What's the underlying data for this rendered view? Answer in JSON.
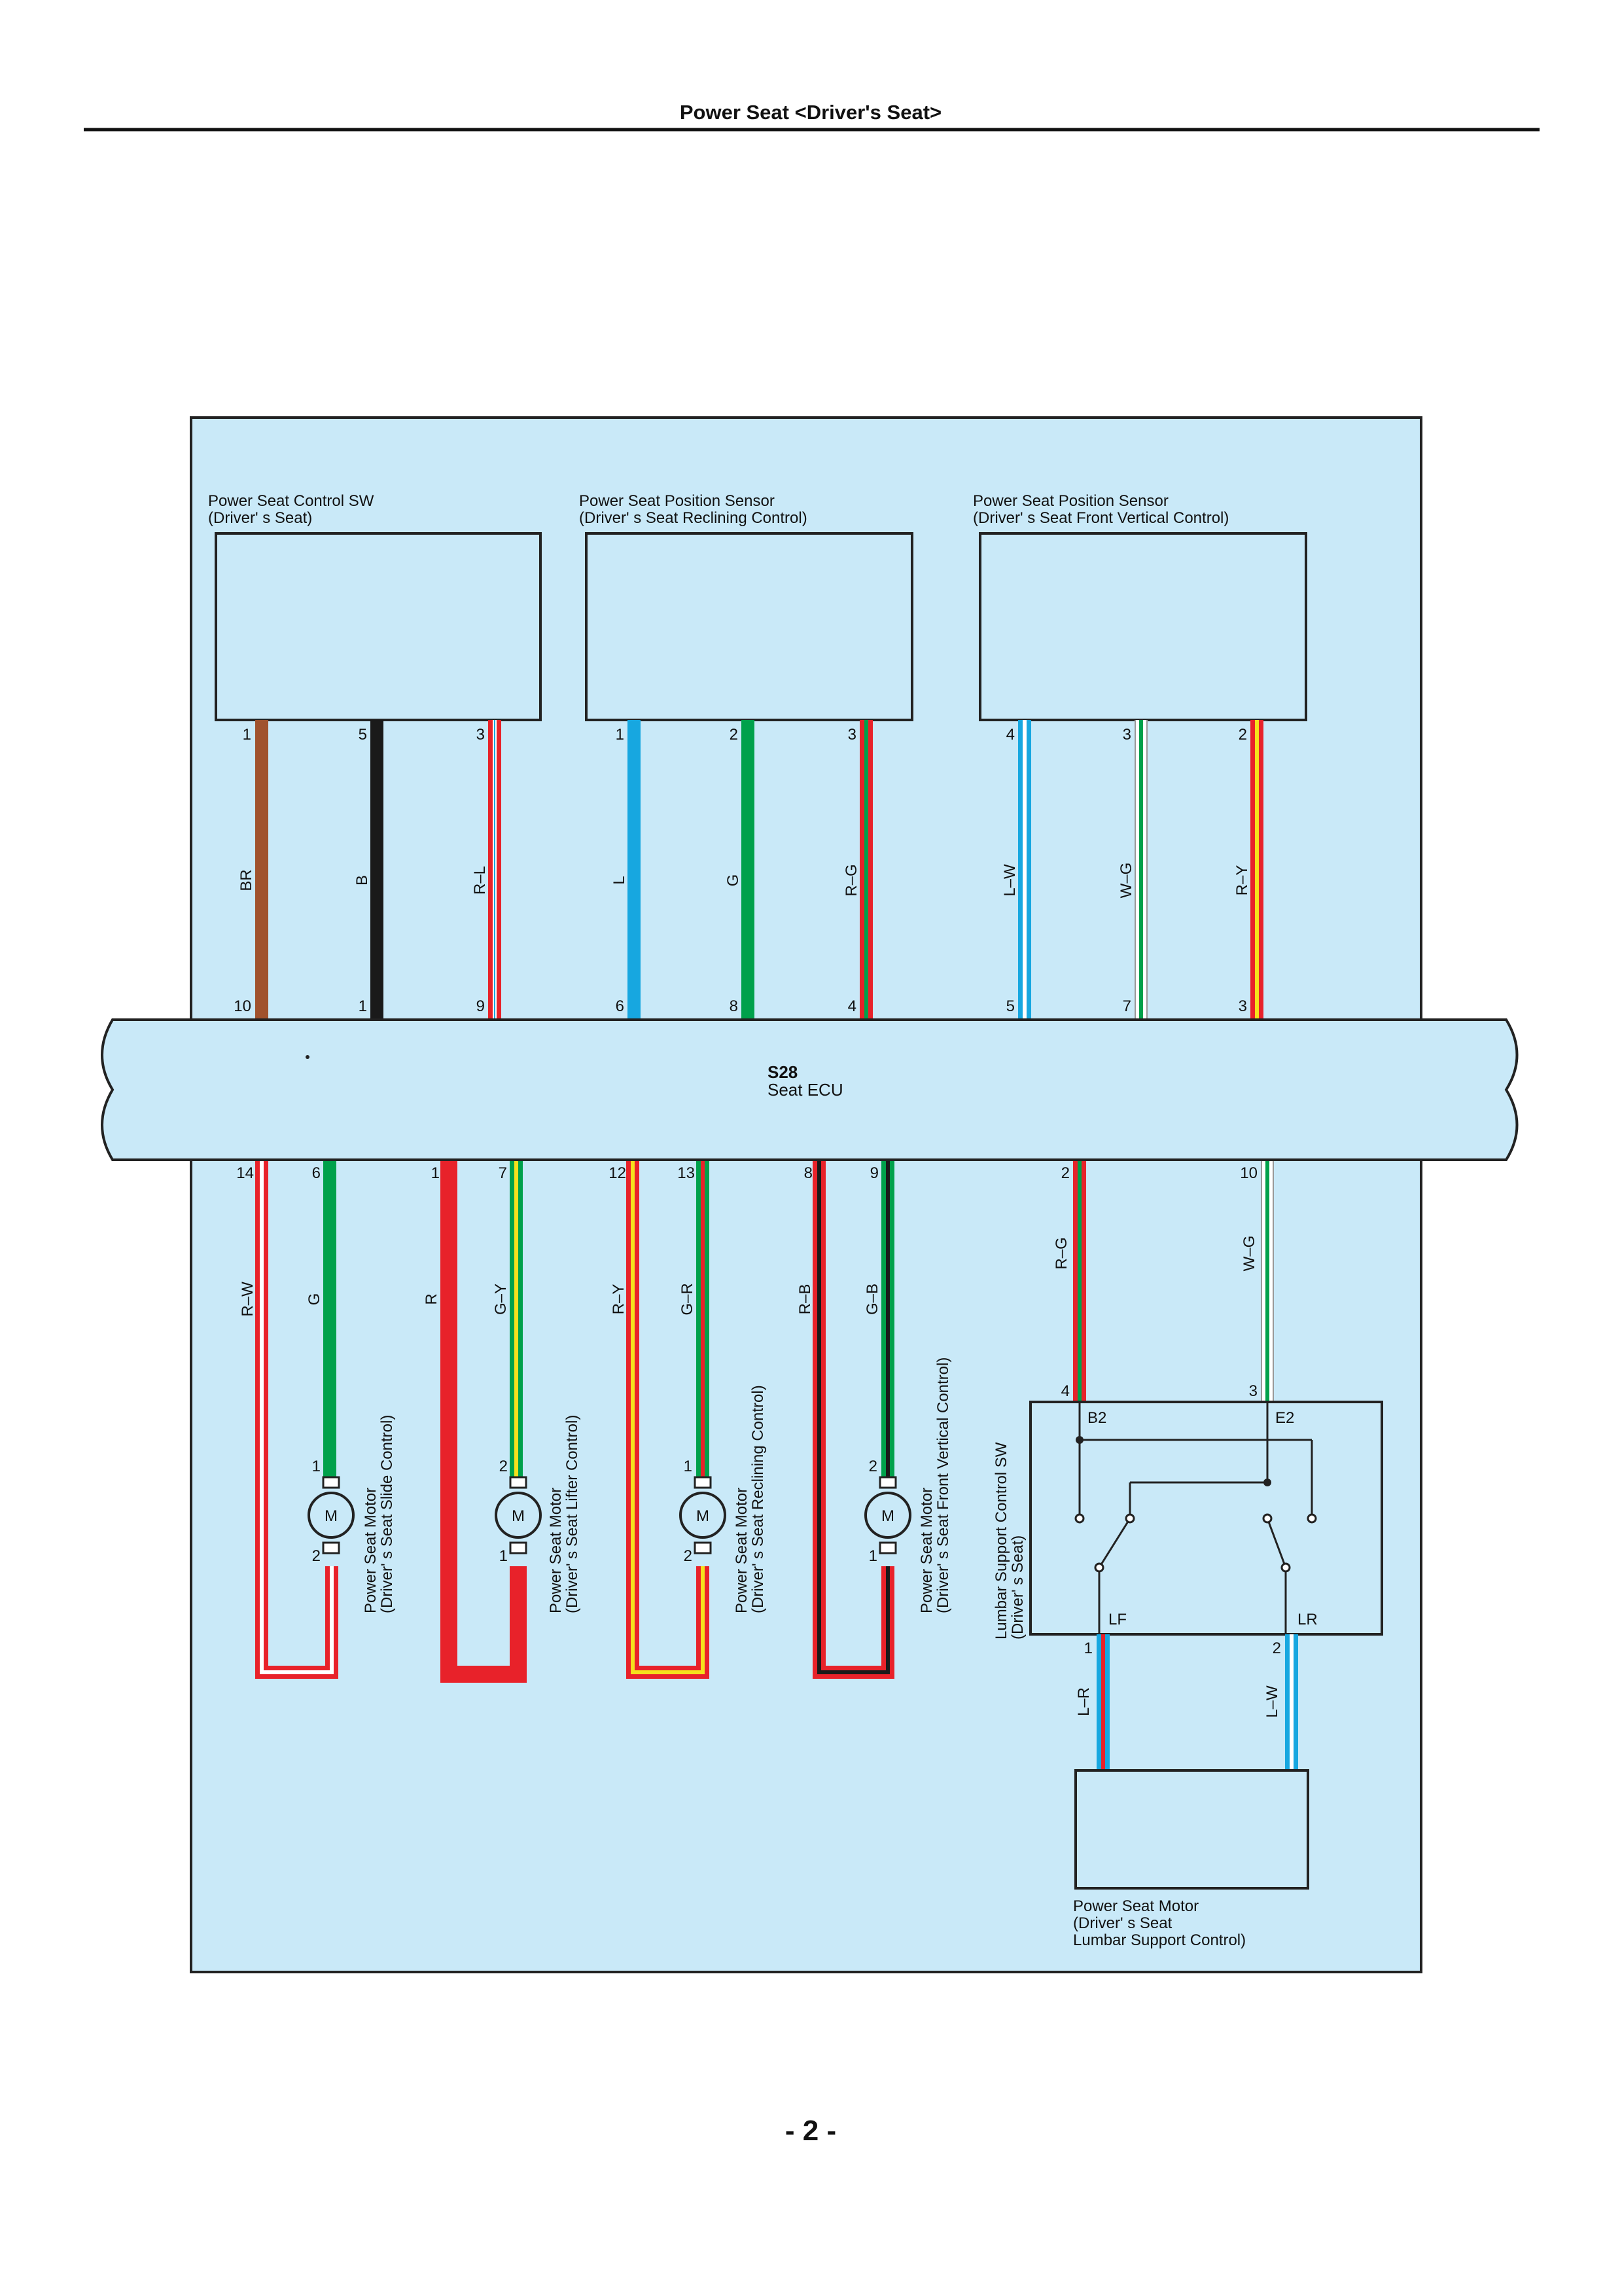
{
  "page": {
    "title": "Power Seat <Driver's Seat>",
    "page_number": "- 2 -"
  },
  "colors": {
    "panel": "#c9e9f8",
    "R": "#e8222a",
    "W": "#ffffff",
    "G": "#00a14b",
    "Y": "#f5e11c",
    "B": "#1a1a1a",
    "L": "#17a7e0",
    "BR": "#a0522d"
  },
  "ecu": {
    "code": "S28",
    "name": "Seat ECU"
  },
  "top_components": [
    {
      "line1": "Power Seat Control SW",
      "line2": "(Driver' s Seat)"
    },
    {
      "line1": "Power Seat Position Sensor",
      "line2": "(Driver' s Seat Reclining Control)"
    },
    {
      "line1": "Power Seat Position Sensor",
      "line2": "(Driver' s Seat Front Vertical Control)"
    }
  ],
  "top_wires": [
    {
      "pin_top": "1",
      "pin_ecu": "10",
      "color_code": "BR"
    },
    {
      "pin_top": "5",
      "pin_ecu": "1",
      "color_code": "B"
    },
    {
      "pin_top": "3",
      "pin_ecu": "9",
      "color_code": "R–L"
    },
    {
      "pin_top": "1",
      "pin_ecu": "6",
      "color_code": "L"
    },
    {
      "pin_top": "2",
      "pin_ecu": "8",
      "color_code": "G"
    },
    {
      "pin_top": "3",
      "pin_ecu": "4",
      "color_code": "R–G"
    },
    {
      "pin_top": "4",
      "pin_ecu": "5",
      "color_code": "L–W"
    },
    {
      "pin_top": "3",
      "pin_ecu": "7",
      "color_code": "W–G"
    },
    {
      "pin_top": "2",
      "pin_ecu": "3",
      "color_code": "R–Y"
    }
  ],
  "motors": [
    {
      "label1": "Power Seat Motor",
      "label2": "(Driver' s Seat Slide Control)",
      "symbol": "M",
      "left": {
        "ecu_pin": "14",
        "color_code": "R–W",
        "motor_pin": "2"
      },
      "right": {
        "ecu_pin": "6",
        "color_code": "G",
        "motor_pin": "1"
      }
    },
    {
      "label1": "Power Seat Motor",
      "label2": "(Driver' s Seat Lifter Control)",
      "symbol": "M",
      "left": {
        "ecu_pin": "1",
        "color_code": "R",
        "motor_pin": "1"
      },
      "right": {
        "ecu_pin": "7",
        "color_code": "G–Y",
        "motor_pin": "2"
      }
    },
    {
      "label1": "Power Seat Motor",
      "label2": "(Driver' s Seat Reclining Control)",
      "symbol": "M",
      "left": {
        "ecu_pin": "12",
        "color_code": "R–Y",
        "motor_pin": "2"
      },
      "right": {
        "ecu_pin": "13",
        "color_code": "G–R",
        "motor_pin": "1"
      }
    },
    {
      "label1": "Power Seat Motor",
      "label2": "(Driver' s Seat Front Vertical Control)",
      "symbol": "M",
      "left": {
        "ecu_pin": "8",
        "color_code": "R–B",
        "motor_pin": "1"
      },
      "right": {
        "ecu_pin": "9",
        "color_code": "G–B",
        "motor_pin": "2"
      }
    }
  ],
  "lumbar_switch": {
    "label1": "Lumbar Support Control SW",
    "label2": "(Driver' s Seat)",
    "wires": [
      {
        "ecu_pin": "2",
        "color_code": "R–G",
        "sw_pin": "4",
        "terminal": "B2"
      },
      {
        "ecu_pin": "10",
        "color_code": "W–G",
        "sw_pin": "3",
        "terminal": "E2"
      }
    ],
    "outputs": [
      {
        "terminal": "LF",
        "pin": "1",
        "color_code": "L–R"
      },
      {
        "terminal": "LR",
        "pin": "2",
        "color_code": "L–W"
      }
    ]
  },
  "lumbar_motor": {
    "line1": "Power Seat Motor",
    "line2": "(Driver' s Seat",
    "line3": " Lumbar Support Control)"
  }
}
